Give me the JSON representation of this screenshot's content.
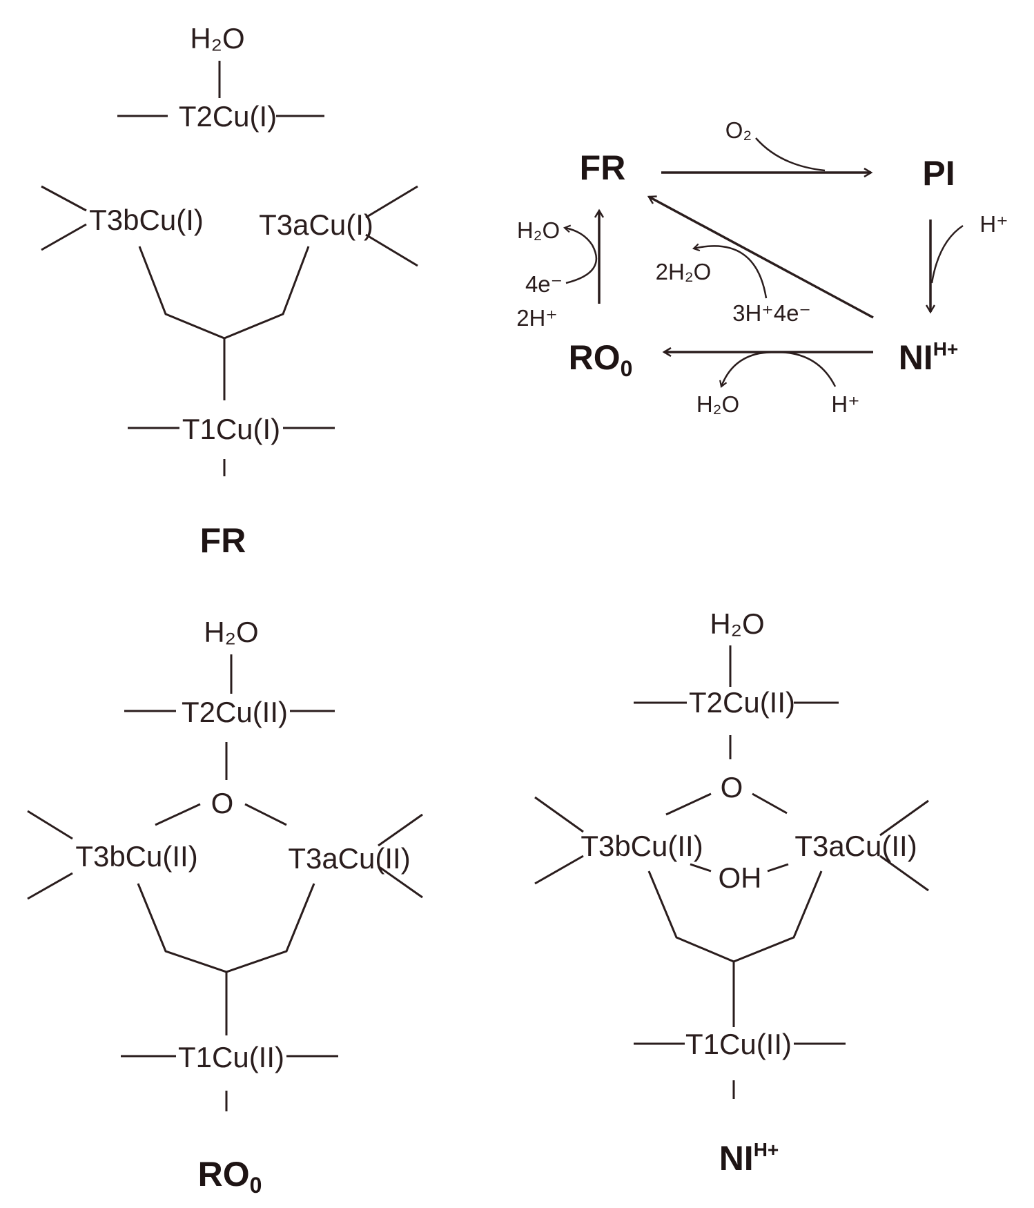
{
  "fr": {
    "water": "H₂O",
    "t2": "T2Cu(I)",
    "t3b": "T3bCu(I)",
    "t3a": "T3aCu(I)",
    "t1": "T1Cu(I)",
    "label": "FR"
  },
  "ro": {
    "water": "H₂O",
    "t2": "T2Cu(II)",
    "o": "O",
    "t3b": "T3bCu(II)",
    "t3a": "T3aCu(II)",
    "t1": "T1Cu(II)",
    "label_main": "RO",
    "label_sub": "0"
  },
  "ni": {
    "water": "H₂O",
    "t2": "T2Cu(II)",
    "o": "O",
    "oh": "OH",
    "t3b": "T3bCu(II)",
    "t3a": "T3aCu(II)",
    "t1": "T1Cu(II)",
    "label_main": "NI",
    "label_sup": "H+"
  },
  "cycle": {
    "fr": "FR",
    "pi": "PI",
    "ni_main": "NI",
    "ni_sup": "H+",
    "ro_main": "RO",
    "ro_sub": "0",
    "o2": "O₂",
    "h_plus_pi_ni": "H⁺",
    "h2o_ro_fr": "H₂O",
    "e4_ro_fr": "4e⁻",
    "h2_ro_fr": "2H⁺",
    "h2o2_ni_fr": "2H₂O",
    "h3e4_ni_fr": "3H⁺4e⁻",
    "h2o_ni_ro": "H₂O",
    "h_plus_ni_ro": "H⁺"
  }
}
